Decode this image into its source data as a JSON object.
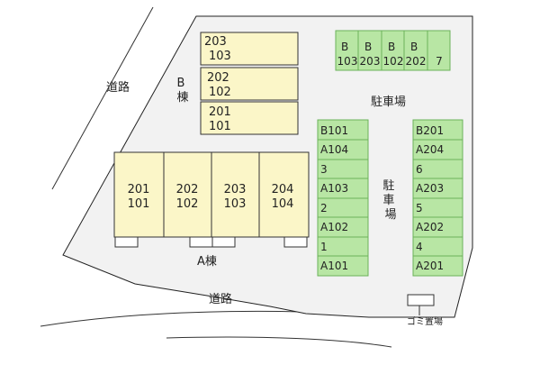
{
  "labels": {
    "road_upper_left": "道路",
    "road_bottom": "道路",
    "building_a": "A棟",
    "building_b": "B\n棟",
    "parking_top": "駐車場",
    "parking_middle": "駐\n車\n場",
    "garbage": "ゴミ置場"
  },
  "building_b": {
    "blocks": [
      {
        "upper": "203",
        "lower": "103"
      },
      {
        "upper": "202",
        "lower": "102"
      },
      {
        "upper": "201",
        "lower": "101"
      }
    ]
  },
  "building_a": {
    "units": [
      {
        "upper": "201",
        "lower": "101"
      },
      {
        "upper": "202",
        "lower": "102"
      },
      {
        "upper": "203",
        "lower": "103"
      },
      {
        "upper": "204",
        "lower": "104"
      }
    ]
  },
  "parking": {
    "top_row": [
      "B\n103",
      "B\n203",
      "B\n102",
      "B\n202",
      "7"
    ],
    "left_column": [
      "B101",
      "A104",
      "3",
      "A103",
      "2",
      "A102",
      "1",
      "A101"
    ],
    "right_column": [
      "B201",
      "A204",
      "6",
      "A203",
      "5",
      "A202",
      "4",
      "A201"
    ]
  },
  "colors": {
    "site_fill": "#f2f2f2",
    "building_fill": "#fbf6c8",
    "parking_fill": "#b8e6a4",
    "parking_stroke": "#6bb25a",
    "line": "#222222"
  }
}
